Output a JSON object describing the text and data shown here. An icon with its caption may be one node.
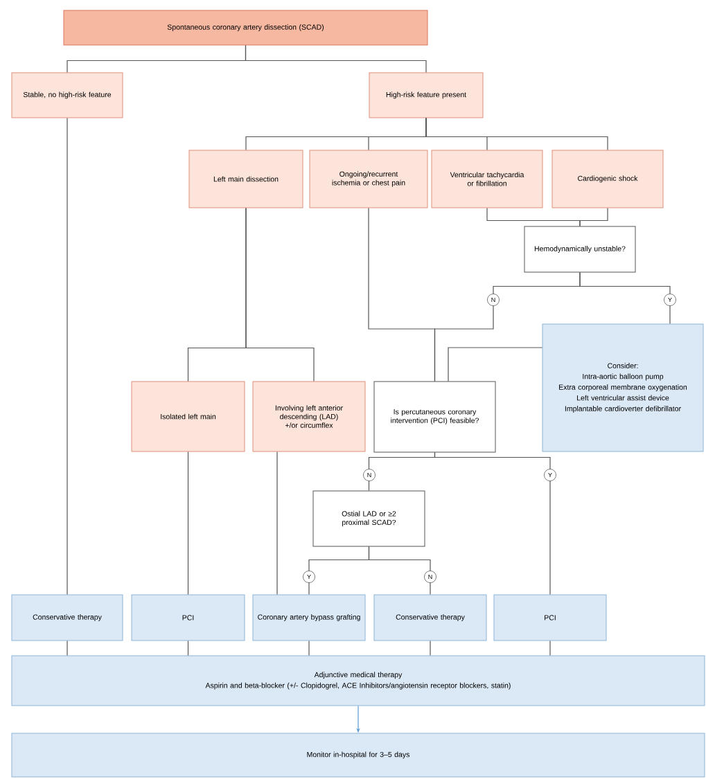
{
  "diagram": {
    "nodes": [
      {
        "text": [
          "Spontaneous coronary artery dissection (SCAD)"
        ]
      },
      {
        "text": [
          "Stable, no high-risk feature"
        ]
      },
      {
        "text": [
          "High-risk feature present"
        ]
      },
      {
        "text": [
          "Left main dissection"
        ]
      },
      {
        "text": [
          "Ongoing/recurrent ischemia or chest pain"
        ]
      },
      {
        "text": [
          "Ventricular tachycardia or fibrillation"
        ]
      },
      {
        "text": [
          "Cardiogenic shock"
        ]
      },
      {
        "text": [
          "Hemodynamically unstable?"
        ]
      },
      {
        "text": [
          "Consider:",
          "Intra-aortic balloon pump",
          "Extra corporeal membrane oxygenation",
          "Left ventricular assist device",
          "Implantable cardioverter defibrillator"
        ]
      },
      {
        "text": [
          "Isolated left main"
        ]
      },
      {
        "text": [
          "Involving left anterior descending (LAD) +/or circumflex"
        ]
      },
      {
        "text": [
          "Is percutaneous coronary intervention (PCI) feasible?"
        ]
      },
      {
        "text": [
          "Ostial LAD or ≥2 proximal SCAD?"
        ]
      },
      {
        "text": [
          "Conservative therapy"
        ]
      },
      {
        "text": [
          "PCI"
        ]
      },
      {
        "text": [
          "Coronary artery bypass grafting"
        ]
      },
      {
        "text": [
          "Conservative therapy"
        ]
      },
      {
        "text": [
          "PCI"
        ]
      },
      {
        "text": [
          "Adjunctive medical therapy",
          "Aspirin and  beta-blocker (+/- Clopidogrel, ACE Inhibitors/angiotensin receptor blockers, statin)"
        ]
      },
      {
        "text": [
          "Monitor in-hospital for 3–5 days"
        ]
      }
    ],
    "edges": [
      {
        "from": 0,
        "to": 1,
        "arrow": "none"
      },
      {
        "from": 0,
        "to": 2,
        "arrow": "none"
      },
      {
        "from": 2,
        "to": 3,
        "arrow": "none"
      },
      {
        "from": 2,
        "to": 4,
        "arrow": "none"
      },
      {
        "from": 2,
        "to": 5,
        "arrow": "none"
      },
      {
        "from": 2,
        "to": 6,
        "arrow": "none"
      },
      {
        "from": 5,
        "to": 7,
        "arrow": "none"
      },
      {
        "from": 6,
        "to": 7,
        "arrow": "none"
      },
      {
        "from": 7,
        "to": 11,
        "arrow": "none",
        "label": "N"
      },
      {
        "from": 7,
        "to": 8,
        "arrow": "none",
        "label": "Y"
      },
      {
        "from": 4,
        "to": 11,
        "arrow": "none"
      },
      {
        "from": 8,
        "to": 11,
        "arrow": "none"
      },
      {
        "from": 3,
        "to": 9,
        "arrow": "none"
      },
      {
        "from": 3,
        "to": 10,
        "arrow": "none"
      },
      {
        "from": 1,
        "to": 13,
        "arrow": "none"
      },
      {
        "from": 9,
        "to": 14,
        "arrow": "none"
      },
      {
        "from": 10,
        "to": 15,
        "arrow": "none"
      },
      {
        "from": 11,
        "to": 12,
        "arrow": "none",
        "label": "N"
      },
      {
        "from": 11,
        "to": 17,
        "arrow": "none",
        "label": "Y"
      },
      {
        "from": 12,
        "to": 15,
        "arrow": "none",
        "label": "Y"
      },
      {
        "from": 12,
        "to": 16,
        "arrow": "none",
        "label": "N"
      },
      {
        "from": 13,
        "to": 18,
        "arrow": "none"
      },
      {
        "from": 14,
        "to": 18,
        "arrow": "none"
      },
      {
        "from": 15,
        "to": 18,
        "arrow": "none"
      },
      {
        "from": 16,
        "to": 18,
        "arrow": "none"
      },
      {
        "from": 17,
        "to": 18,
        "arrow": "none"
      },
      {
        "from": 18,
        "to": 19,
        "arrow": "to",
        "color": "#5b9bd5"
      }
    ]
  }
}
